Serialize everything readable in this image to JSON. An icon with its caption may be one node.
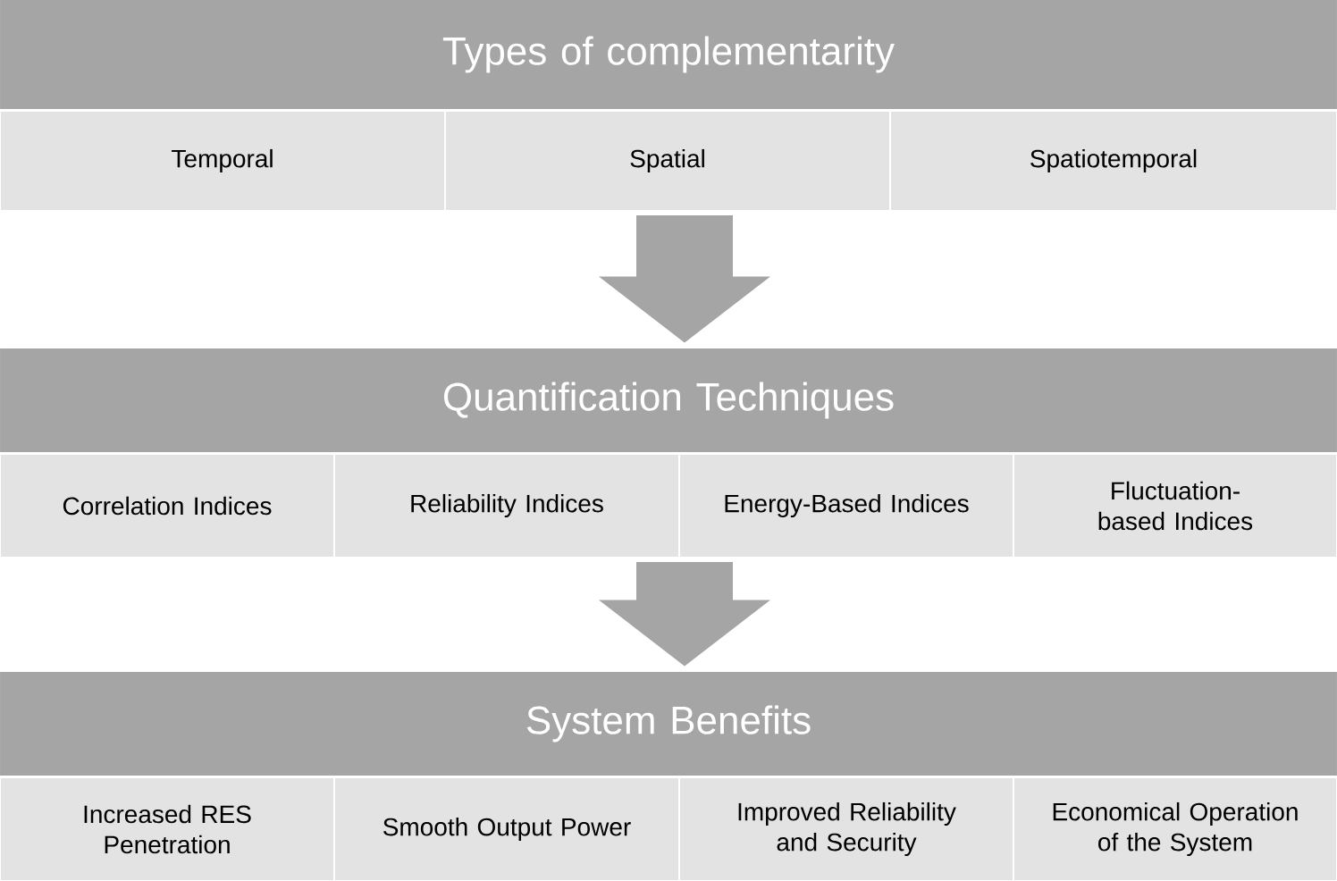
{
  "diagram": {
    "nodes": [
      {
        "text": [
          "Types of complementarity"
        ]
      },
      {
        "text": [
          "Temporal"
        ]
      },
      {
        "text": [
          "Spatial"
        ]
      },
      {
        "text": [
          "Spatiotemporal"
        ]
      },
      {
        "text": [
          "Quantification Techniques"
        ]
      },
      {
        "text": [
          "Correlation Indices"
        ]
      },
      {
        "text": [
          "Reliability Indices"
        ]
      },
      {
        "text": [
          "Energy-Based Indices"
        ]
      },
      {
        "text": [
          "Fluctuation-based Indices"
        ]
      },
      {
        "text": [
          "System Benefits"
        ]
      },
      {
        "text": [
          "Increased RES Penetration"
        ]
      },
      {
        "text": [
          "Smooth Output Power"
        ]
      },
      {
        "text": [
          "Improved Reliability and Security"
        ]
      },
      {
        "text": [
          "Economical Operation of the System"
        ]
      }
    ],
    "edges": [
      {
        "from": 2,
        "to": 4,
        "arrow": "to"
      },
      {
        "from": 6,
        "to": 9,
        "arrow": "to"
      }
    ]
  }
}
